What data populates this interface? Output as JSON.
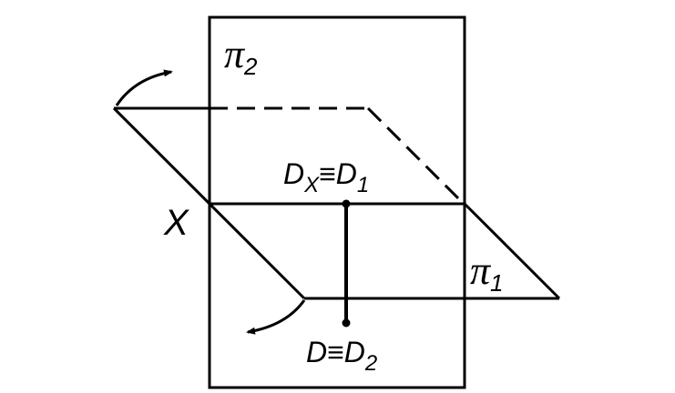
{
  "diagram": {
    "plane_v": {
      "symbol": "π",
      "subscript": "2"
    },
    "plane_h": {
      "symbol": "π",
      "subscript": "1"
    },
    "axis": {
      "label": "X"
    },
    "point_top": {
      "main": "D",
      "sub1": "X",
      "equiv": "≡",
      "main2": "D",
      "sub2": "1"
    },
    "point_bottom": {
      "main": "D",
      "equiv": "≡",
      "main2": "D",
      "sub2": "2"
    },
    "colors": {
      "stroke": "#000000",
      "background": "#ffffff"
    }
  }
}
